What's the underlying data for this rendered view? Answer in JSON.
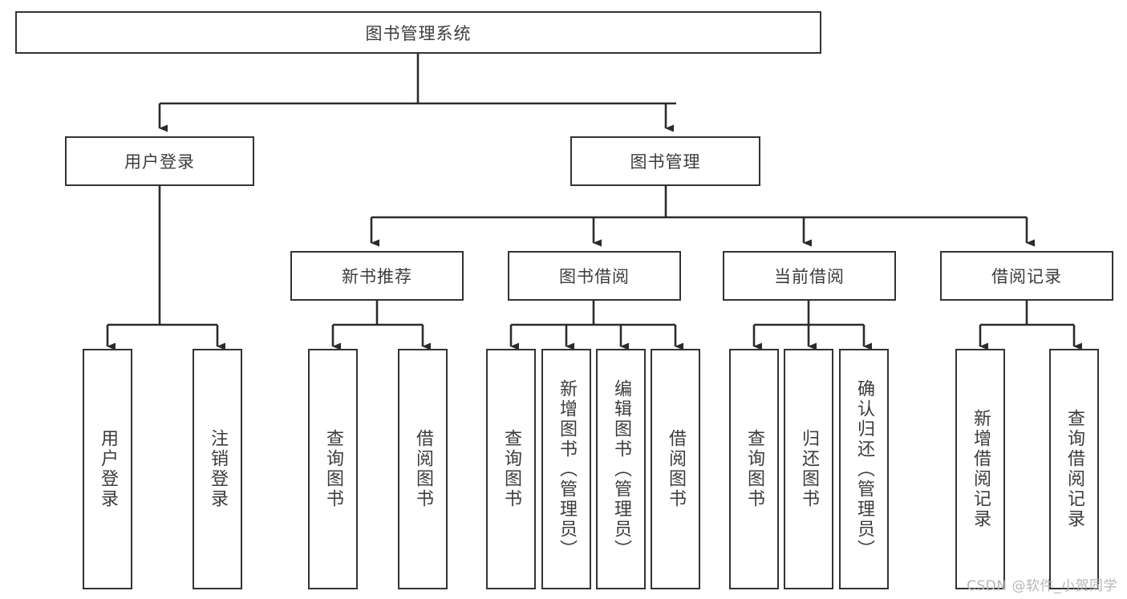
{
  "diagram": {
    "title": "图书管理系统",
    "type": "tree-hierarchy",
    "root": {
      "label": "图书管理系统"
    },
    "level2": [
      {
        "label": "用户登录"
      },
      {
        "label": "图书管理"
      }
    ],
    "level3": [
      {
        "label": "新书推荐"
      },
      {
        "label": "图书借阅"
      },
      {
        "label": "当前借阅"
      },
      {
        "label": "借阅记录"
      }
    ],
    "leaves": {
      "user_login": [
        {
          "label": "用户登录"
        },
        {
          "label": "注销登录"
        }
      ],
      "new_book_recommend": [
        {
          "label": "查询图书"
        },
        {
          "label": "借阅图书"
        }
      ],
      "book_borrow": [
        {
          "label": "查询图书"
        },
        {
          "label": "新增图书（管理员）"
        },
        {
          "label": "编辑图书（管理员）"
        },
        {
          "label": "借阅图书"
        }
      ],
      "current_borrow": [
        {
          "label": "查询图书"
        },
        {
          "label": "归还图书"
        },
        {
          "label": "确认归还（管理员）"
        }
      ],
      "borrow_record": [
        {
          "label": "新增借阅记录"
        },
        {
          "label": "查询借阅记录"
        }
      ]
    }
  },
  "watermark": {
    "text": "CSDN @软件_小贺同学"
  },
  "colors": {
    "border": "#333333",
    "text": "#3c3c3c",
    "background": "#ffffff",
    "connector": "#2b2b2b",
    "watermark": "#b6b6b6"
  }
}
